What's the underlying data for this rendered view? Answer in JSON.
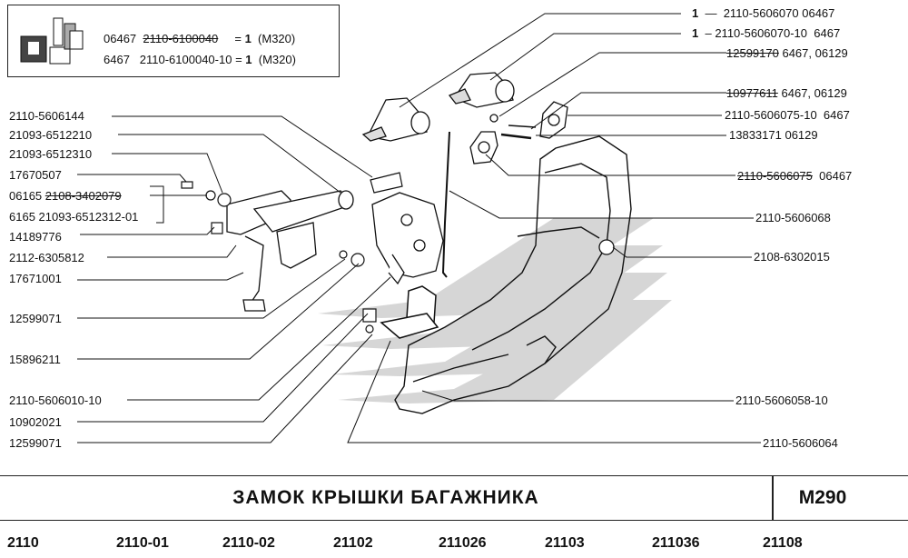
{
  "legend": {
    "row1": {
      "code": "06467",
      "part": "2110-6100040",
      "eq": "= ",
      "qty": "1",
      "model": "(M320)"
    },
    "row2": {
      "code": "6467",
      "part": "2110-6100040-10",
      "eq": "= ",
      "qty": "1",
      "model": "(M320)"
    }
  },
  "labels_left": [
    {
      "text": "2110-5606144"
    },
    {
      "text": "21093-6512210"
    },
    {
      "text": "21093-6512310"
    },
    {
      "text": "17670507"
    },
    {
      "code": "06165",
      "part": "2108-3402079"
    },
    {
      "text": "6165 21093-6512312-01"
    },
    {
      "text": "14189776"
    },
    {
      "text": "2112-6305812"
    },
    {
      "text": "17671001"
    },
    {
      "text": "12599071"
    },
    {
      "text": "15896211"
    },
    {
      "text": "2110-5606010-10"
    },
    {
      "text": "10902021"
    },
    {
      "text": "12599071"
    }
  ],
  "labels_right": {
    "r1": {
      "qty": "1",
      "dash": "—",
      "part": "2110-5606070",
      "code": "06467"
    },
    "r2": {
      "qty": "1",
      "dash": "–",
      "part": "2110-5606070-10",
      "code": "6467"
    },
    "r3": {
      "part": "12599170",
      "code": "6467, 06129"
    },
    "r4": {
      "part": "10977611",
      "code": "6467, 06129"
    },
    "r5": {
      "part": "2110-5606075-10",
      "code": "6467"
    },
    "r6": {
      "part": "13833171",
      "code": "06129"
    },
    "r7": {
      "part": "2110-5606075",
      "code": "06467"
    },
    "r8": {
      "text": "2110-5606068"
    },
    "r9": {
      "text": "2108-6302015"
    },
    "r10": {
      "text": "2110-5606058-10"
    },
    "r11": {
      "text": "2110-5606064"
    }
  },
  "title": "ЗАМОК  КРЫШКИ  БАГАЖНИКА",
  "code": "М290",
  "models": [
    "2110",
    "2110-01",
    "2110-02",
    "21102",
    "211026",
    "21103",
    "211036",
    "21108"
  ],
  "colors": {
    "ink": "#111111",
    "watermark": "#c9c9c9",
    "part_fill": "#ffffff"
  }
}
